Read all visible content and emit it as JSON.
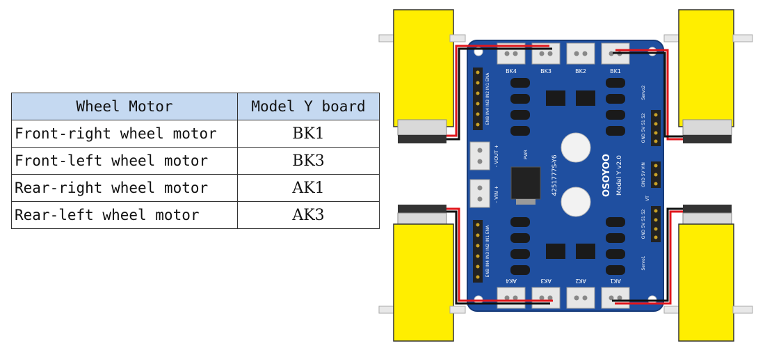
{
  "table": {
    "headers": [
      "Wheel Motor",
      "Model Y board"
    ],
    "rows": [
      {
        "motor": "Front-right wheel motor",
        "port": "BK1"
      },
      {
        "motor": "Front-left wheel motor",
        "port": "BK3"
      },
      {
        "motor": "Rear-right wheel motor",
        "port": "AK1"
      },
      {
        "motor": "Rear-left wheel motor",
        "port": "AK3"
      }
    ]
  },
  "board": {
    "brand": "OSOYOO",
    "model": "Model Y v2.0",
    "serial": "4251777S-Y6",
    "ports_top": [
      "BK4",
      "BK3",
      "BK2",
      "BK1"
    ],
    "ports_bottom": [
      "AK4",
      "AK3",
      "AK2",
      "AK1"
    ],
    "left_pins_top": "ENB IN4 IN3 IN2 IN1 ENA",
    "left_pins_bottom": "ENB IN4 IN3 IN2 IN1 ENA",
    "vout_label": "- VOUT +",
    "vin_label": "- VIN +",
    "servo2_label": "Servo2",
    "servo1_label": "Servo1",
    "servo_pins": "GND 5V S1 S2",
    "power_pins": "GND 5V VIN",
    "vt_label": "VT",
    "pwr_label": "PWR"
  },
  "colors": {
    "board_blue": "#1f4fa0",
    "wheel_yellow": "#ffee00",
    "wire_red": "#e0161b",
    "wire_black": "#111111",
    "header_blue": "#c5d9f1"
  }
}
